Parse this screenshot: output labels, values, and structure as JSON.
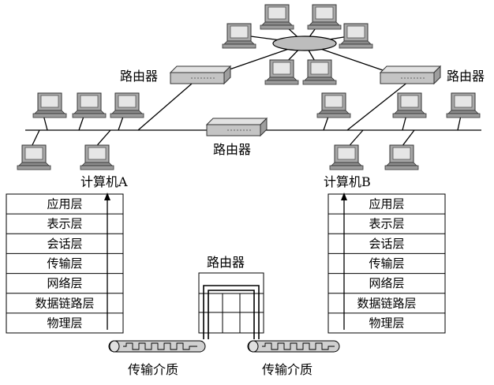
{
  "labels": {
    "router_top_left": "路由器",
    "router_top_right": "路由器",
    "router_middle": "路由器",
    "computer_a": "计算机A",
    "computer_b": "计算机B",
    "router_stack": "路由器",
    "medium_left": "传输介质",
    "medium_right": "传输介质"
  },
  "layers_a": [
    "应用层",
    "表示层",
    "会话层",
    "传输层",
    "网络层",
    "数据链路层",
    "物理层"
  ],
  "layers_b": [
    "应用层",
    "表示层",
    "会话层",
    "传输层",
    "网络层",
    "数据链路层",
    "物理层"
  ],
  "colors": {
    "monitor_body": "#9a9a9a",
    "monitor_screen": "#e8e8e8",
    "router_body": "#c8c8c8",
    "hub_fill": "#bdbdbd",
    "cable_fill": "#d0d0d0",
    "line": "#000000"
  }
}
